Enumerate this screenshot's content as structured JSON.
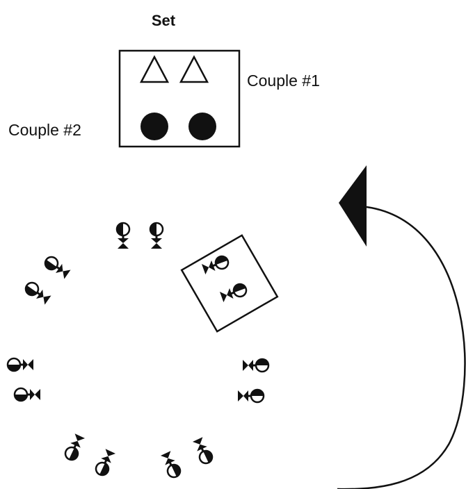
{
  "set_label": "Set",
  "couple1_label": "Couple #1",
  "couple2_label": "Couple #2",
  "colors": {
    "ink": "#111111",
    "background": "#ffffff"
  },
  "legend": {
    "top_row_symbol": "open-triangle",
    "bottom_row_symbol": "filled-circle"
  },
  "rotation_direction": "counterclockwise"
}
